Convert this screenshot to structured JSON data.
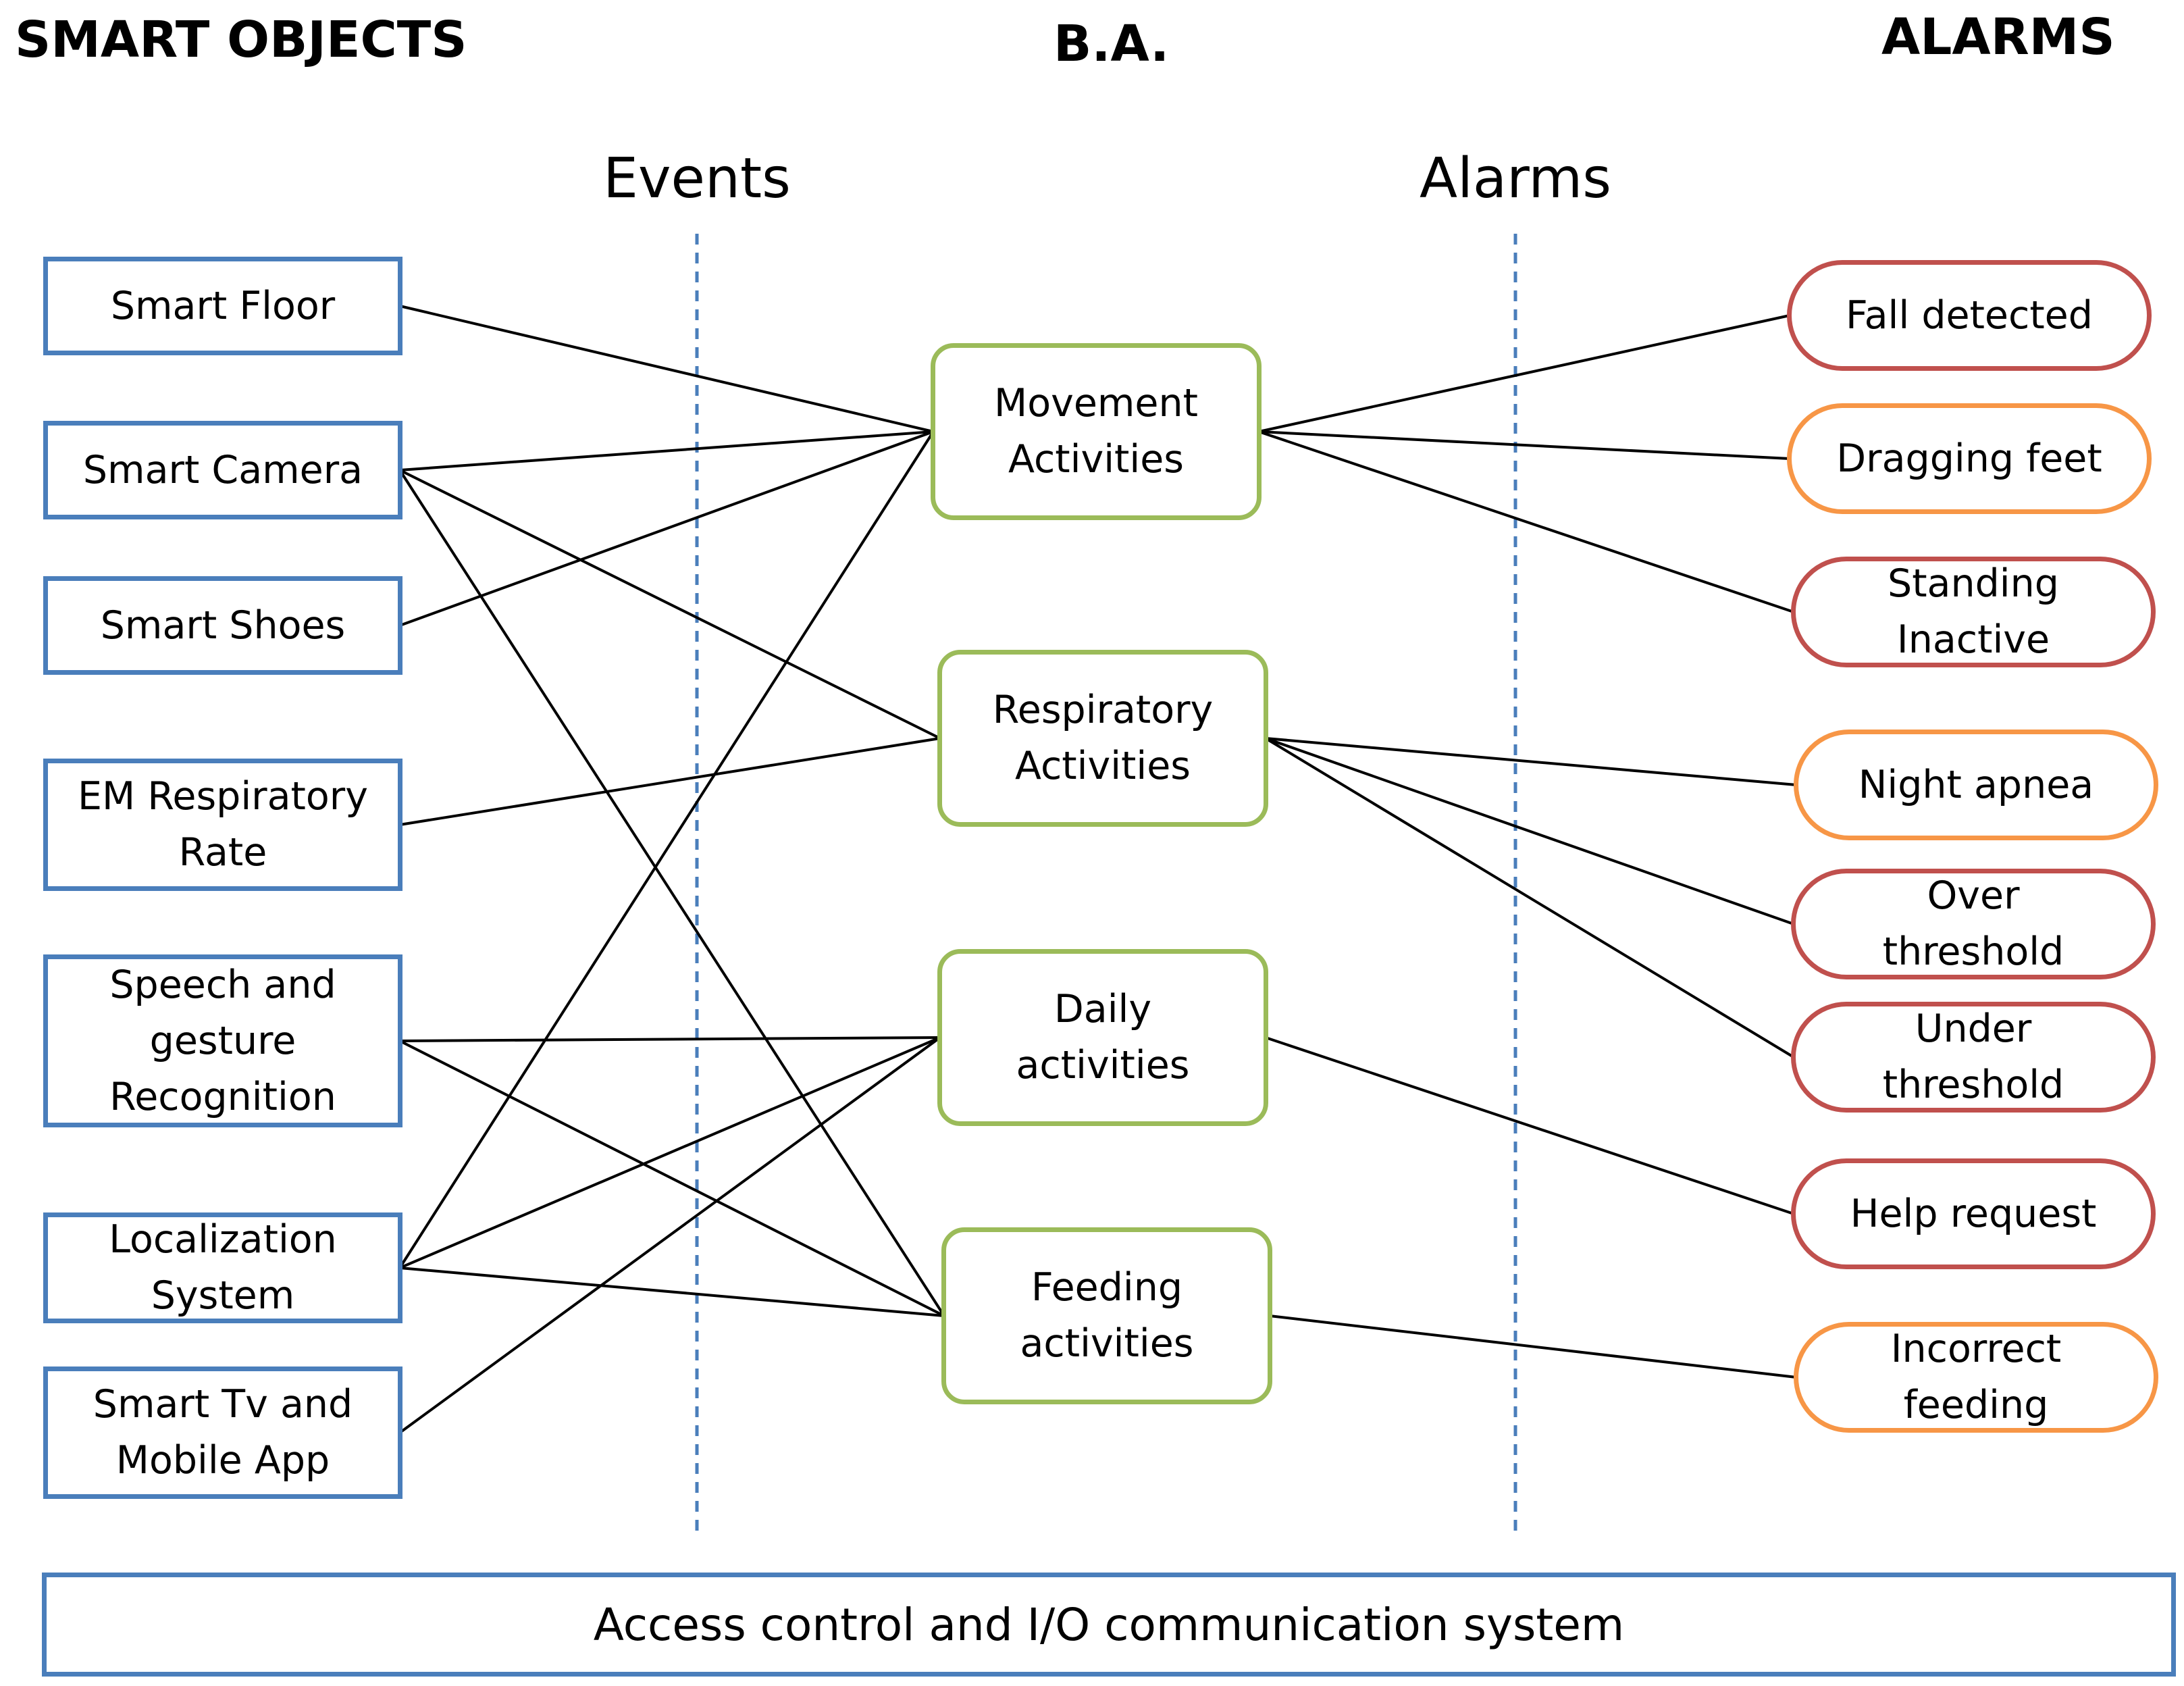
{
  "headers": {
    "smart_objects": "SMART OBJECTS",
    "ba": "B.A.",
    "alarms": "ALARMS"
  },
  "lanes": {
    "events": "Events",
    "alarms": "Alarms"
  },
  "smart_objects": [
    {
      "id": "floor",
      "label": "Smart Floor"
    },
    {
      "id": "camera",
      "label": "Smart Camera"
    },
    {
      "id": "shoes",
      "label": "Smart Shoes"
    },
    {
      "id": "em",
      "label": "EM Respiratory Rate"
    },
    {
      "id": "speech",
      "label": "Speech and gesture Recognition"
    },
    {
      "id": "local",
      "label": "Localization System"
    },
    {
      "id": "tv",
      "label": "Smart Tv and Mobile App"
    }
  ],
  "activities": [
    {
      "id": "movement",
      "label": "Movement Activities"
    },
    {
      "id": "respiratory",
      "label": "Respiratory Activities"
    },
    {
      "id": "daily",
      "label": "Daily activities"
    },
    {
      "id": "feeding",
      "label": "Feeding activities"
    }
  ],
  "alarms": [
    {
      "id": "fall",
      "label": "Fall detected",
      "severity": "red"
    },
    {
      "id": "drag",
      "label": "Dragging feet",
      "severity": "orange"
    },
    {
      "id": "standing",
      "label": "Standing Inactive",
      "severity": "red"
    },
    {
      "id": "apnea",
      "label": "Night apnea",
      "severity": "orange"
    },
    {
      "id": "over",
      "label": "Over threshold",
      "severity": "red"
    },
    {
      "id": "under",
      "label": "Under threshold",
      "severity": "red"
    },
    {
      "id": "help",
      "label": "Help request",
      "severity": "red"
    },
    {
      "id": "incorrect",
      "label": "Incorrect feeding",
      "severity": "orange"
    }
  ],
  "edges_objects_to_activities": [
    [
      "floor",
      "movement"
    ],
    [
      "camera",
      "movement"
    ],
    [
      "camera",
      "respiratory"
    ],
    [
      "camera",
      "feeding"
    ],
    [
      "shoes",
      "movement"
    ],
    [
      "em",
      "respiratory"
    ],
    [
      "speech",
      "daily"
    ],
    [
      "speech",
      "feeding"
    ],
    [
      "local",
      "movement"
    ],
    [
      "local",
      "daily"
    ],
    [
      "local",
      "feeding"
    ],
    [
      "tv",
      "daily"
    ]
  ],
  "edges_activities_to_alarms": [
    [
      "movement",
      "fall"
    ],
    [
      "movement",
      "drag"
    ],
    [
      "movement",
      "standing"
    ],
    [
      "respiratory",
      "apnea"
    ],
    [
      "respiratory",
      "over"
    ],
    [
      "respiratory",
      "under"
    ],
    [
      "daily",
      "help"
    ],
    [
      "feeding",
      "incorrect"
    ]
  ],
  "footer": "Access control and I/O communication system",
  "colors": {
    "smart_object_border": "#4a7ebb",
    "activity_border": "#9bbb59",
    "alarm_red": "#c0504d",
    "alarm_orange": "#f79646",
    "lane_divider": "#4a7ebb",
    "connector": "#000000"
  }
}
